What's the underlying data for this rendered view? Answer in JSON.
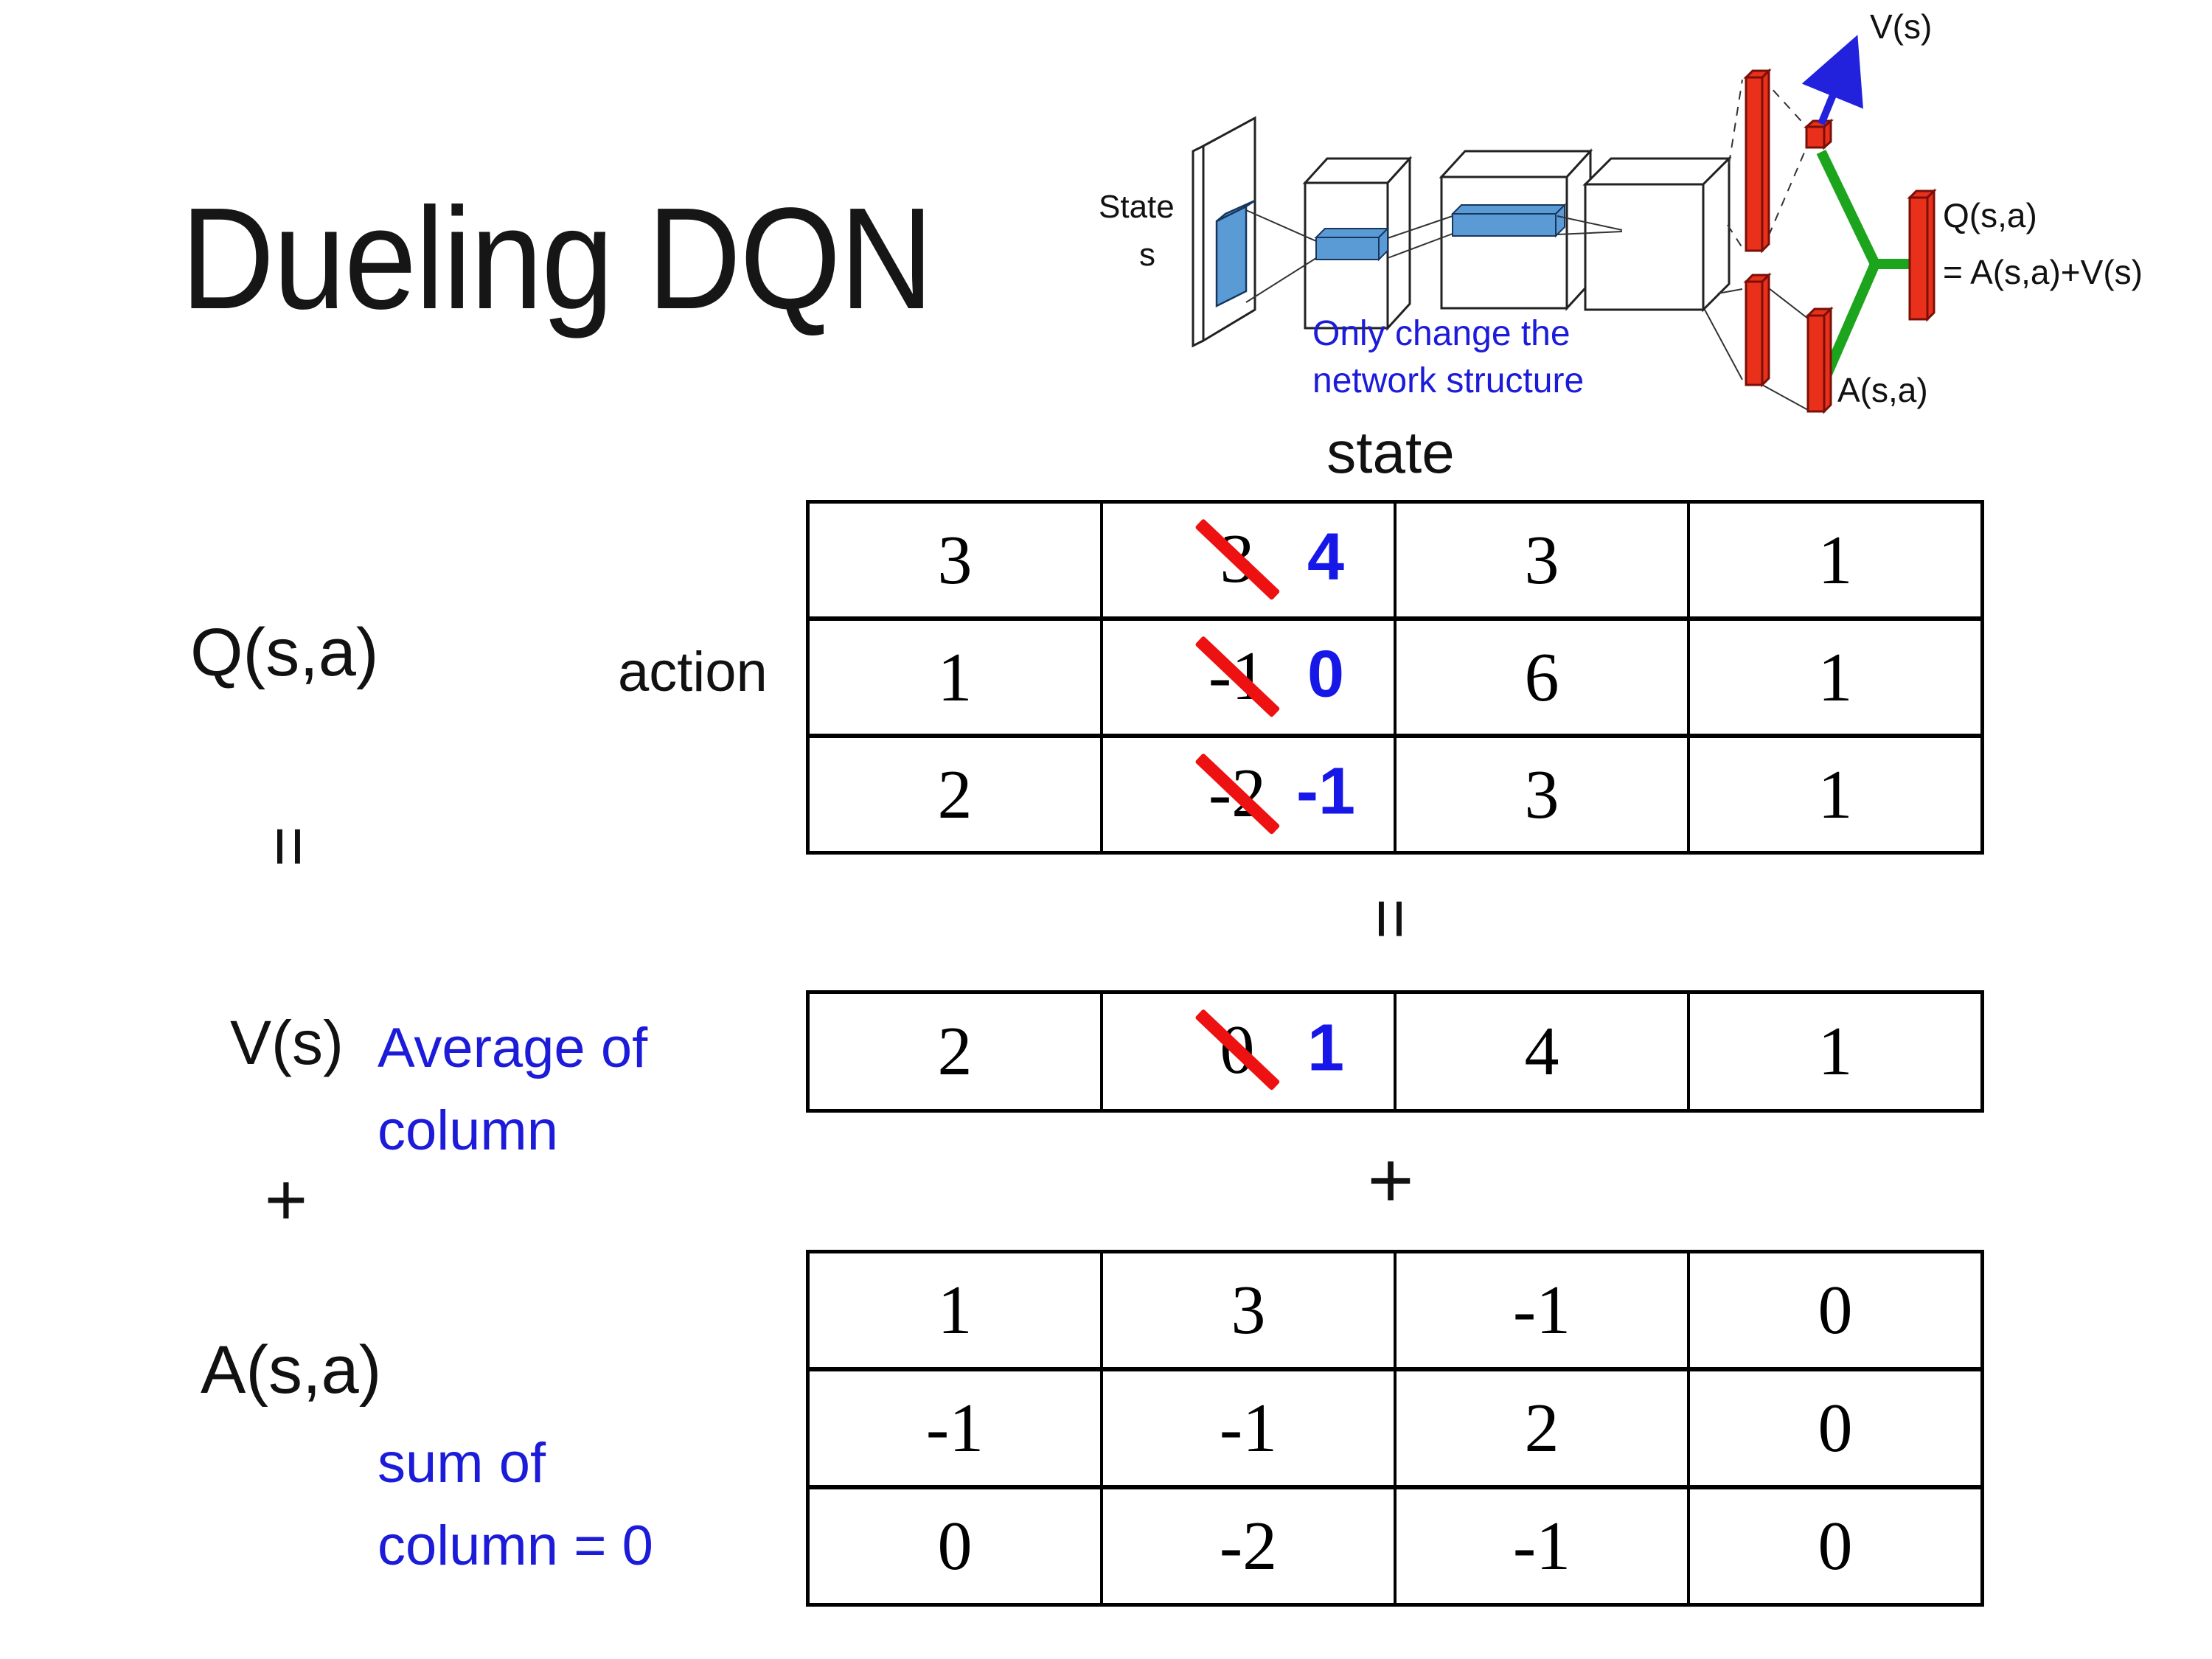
{
  "slide": {
    "title": "Dueling DQN"
  },
  "diagram": {
    "state_line1": "State",
    "state_line2": "s",
    "v_label": "V(s)",
    "a_label": "A(s,a)",
    "q_label": "Q(s,a)",
    "q_formula": "= A(s,a)+V(s)",
    "note_line1": "Only change the",
    "note_line2": "network structure",
    "colors": {
      "bar_red": "#e8301b",
      "slab_blue": "#5b9bd5",
      "merge_green": "#1ca51c",
      "arrow_blue": "#2222dd",
      "note_blue": "#1b1bd9",
      "strike_red": "#ee1111",
      "new_value_blue": "#1717e8"
    }
  },
  "equation": {
    "q_label": "Q(s,a)",
    "equals": "=",
    "plus": "+",
    "v_label": "V(s)",
    "a_label": "A(s,a)",
    "action_label": "action",
    "state_label": "state",
    "v_note_line1": "Average of",
    "v_note_line2": "column",
    "a_note_line1": "sum of",
    "a_note_line2": "column = 0"
  },
  "tables": {
    "q": {
      "rows": [
        {
          "cells": [
            {
              "value": "3"
            },
            {
              "old": "3",
              "new": "4"
            },
            {
              "value": "3"
            },
            {
              "value": "1"
            }
          ]
        },
        {
          "cells": [
            {
              "value": "1"
            },
            {
              "old": "-1",
              "new": "0"
            },
            {
              "value": "6"
            },
            {
              "value": "1"
            }
          ]
        },
        {
          "cells": [
            {
              "value": "2"
            },
            {
              "old": "-2",
              "new": "-1"
            },
            {
              "value": "3"
            },
            {
              "value": "1"
            }
          ]
        }
      ]
    },
    "v": {
      "rows": [
        {
          "cells": [
            {
              "value": "2"
            },
            {
              "old": "0",
              "new": "1"
            },
            {
              "value": "4"
            },
            {
              "value": "1"
            }
          ]
        }
      ]
    },
    "a": {
      "rows": [
        {
          "cells": [
            {
              "value": "1"
            },
            {
              "value": "3"
            },
            {
              "value": "-1"
            },
            {
              "value": "0"
            }
          ]
        },
        {
          "cells": [
            {
              "value": "-1"
            },
            {
              "value": "-1"
            },
            {
              "value": "2"
            },
            {
              "value": "0"
            }
          ]
        },
        {
          "cells": [
            {
              "value": "0"
            },
            {
              "value": "-2"
            },
            {
              "value": "-1"
            },
            {
              "value": "0"
            }
          ]
        }
      ]
    }
  }
}
